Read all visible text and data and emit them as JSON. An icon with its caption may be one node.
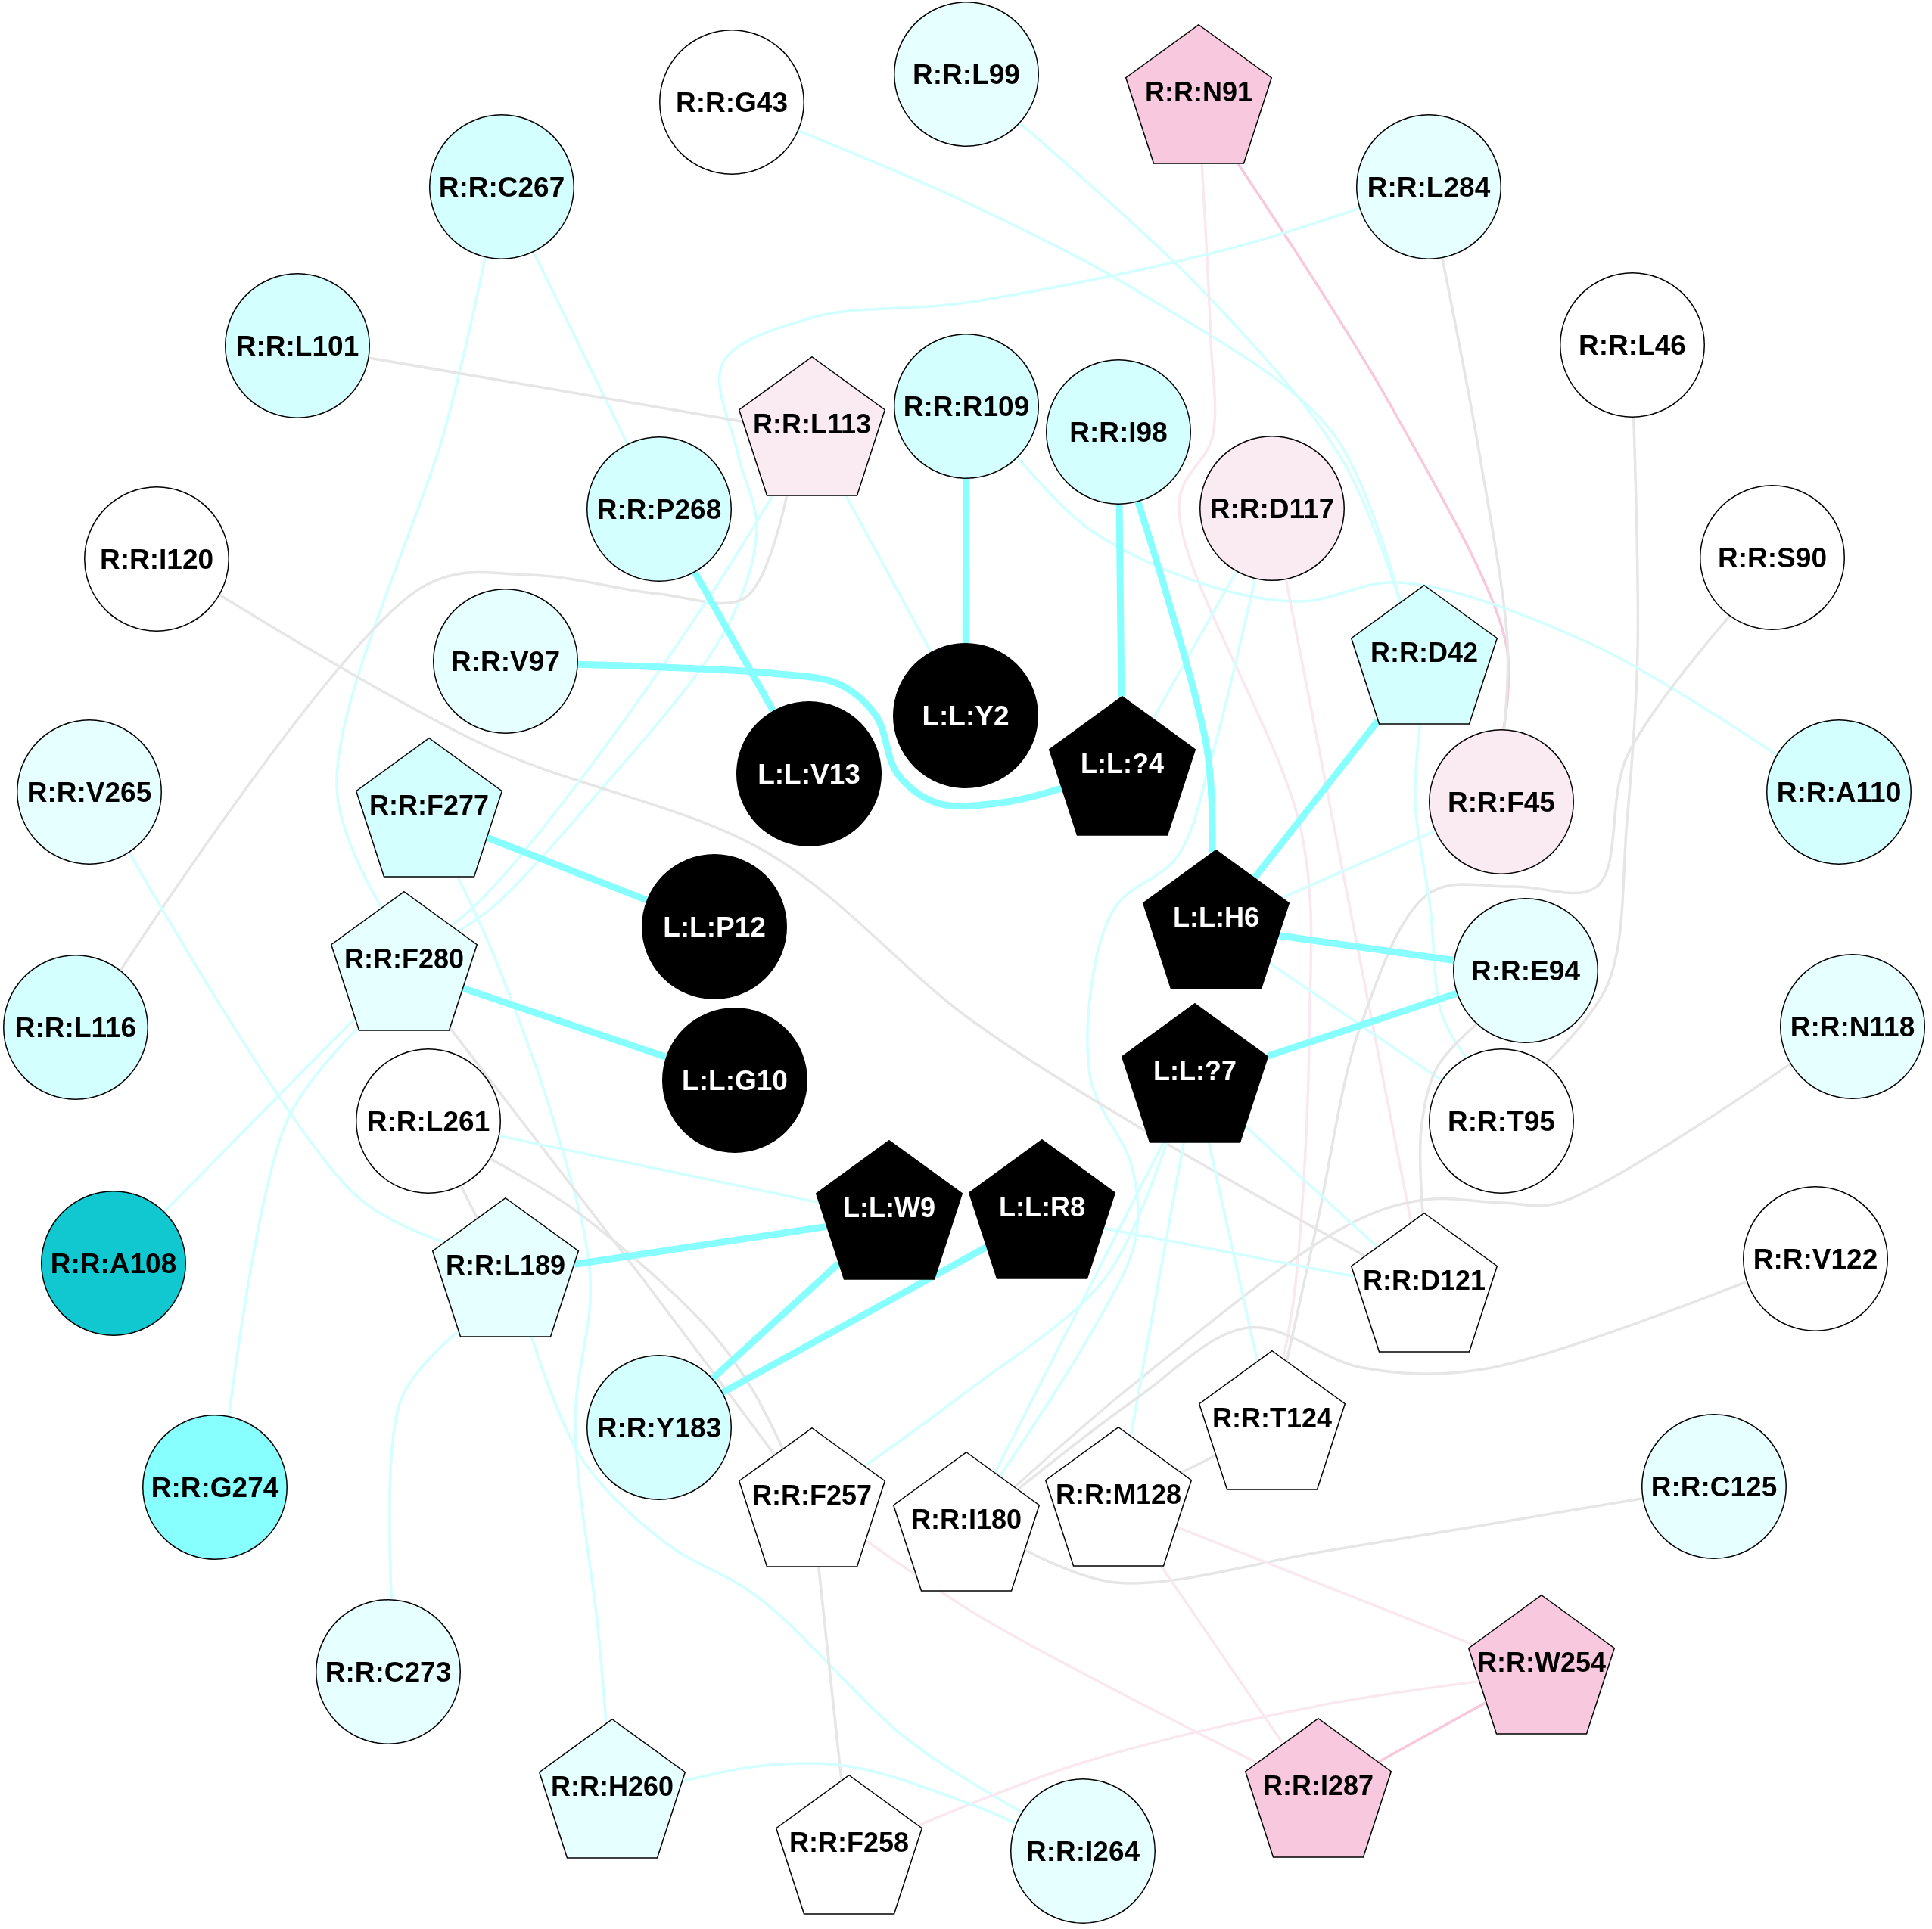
{
  "diagram": {
    "nodes": [
      {
        "text": [
          "R:R:L99"
        ]
      },
      {
        "text": [
          "R:R:G43"
        ]
      },
      {
        "text": [
          "R:R:N91"
        ]
      },
      {
        "text": [
          "R:R:C267"
        ]
      },
      {
        "text": [
          "R:R:L284"
        ]
      },
      {
        "text": [
          "R:R:L101"
        ]
      },
      {
        "text": [
          "R:R:L46"
        ]
      },
      {
        "text": [
          "R:R:R109"
        ]
      },
      {
        "text": [
          "R:R:I98"
        ]
      },
      {
        "text": [
          "R:R:L113"
        ]
      },
      {
        "text": [
          "R:R:P268"
        ]
      },
      {
        "text": [
          "R:R:D117"
        ]
      },
      {
        "text": [
          "R:R:S90"
        ]
      },
      {
        "text": [
          "R:R:I120"
        ]
      },
      {
        "text": [
          "R:R:D42"
        ]
      },
      {
        "text": [
          "R:R:V97"
        ]
      },
      {
        "text": [
          "L:L:Y2"
        ]
      },
      {
        "text": [
          "L:L:?4"
        ]
      },
      {
        "text": [
          "L:L:V13"
        ]
      },
      {
        "text": [
          "R:R:V265"
        ]
      },
      {
        "text": [
          "R:R:A110"
        ]
      },
      {
        "text": [
          "R:R:F277"
        ]
      },
      {
        "text": [
          "R:R:F45"
        ]
      },
      {
        "text": [
          "L:L:H6"
        ]
      },
      {
        "text": [
          "L:L:P12"
        ]
      },
      {
        "text": [
          "R:R:E94"
        ]
      },
      {
        "text": [
          "R:R:F280"
        ]
      },
      {
        "text": [
          "R:R:L116"
        ]
      },
      {
        "text": [
          "R:R:N118"
        ]
      },
      {
        "text": [
          "L:L:?7"
        ]
      },
      {
        "text": [
          "L:L:G10"
        ]
      },
      {
        "text": [
          "R:R:L261"
        ]
      },
      {
        "text": [
          "R:R:T95"
        ]
      },
      {
        "text": [
          "L:L:W9"
        ]
      },
      {
        "text": [
          "L:L:R8"
        ]
      },
      {
        "text": [
          "R:R:V122"
        ]
      },
      {
        "text": [
          "R:R:A108"
        ]
      },
      {
        "text": [
          "R:R:L189"
        ]
      },
      {
        "text": [
          "R:R:D121"
        ]
      },
      {
        "text": [
          "R:R:T124"
        ]
      },
      {
        "text": [
          "R:R:Y183"
        ]
      },
      {
        "text": [
          "R:R:C125"
        ]
      },
      {
        "text": [
          "R:R:G274"
        ]
      },
      {
        "text": [
          "R:R:M128"
        ]
      },
      {
        "text": [
          "R:R:F257"
        ]
      },
      {
        "text": [
          "R:R:I180"
        ]
      },
      {
        "text": [
          "R:R:C273"
        ]
      },
      {
        "text": [
          "R:R:W254"
        ]
      },
      {
        "text": [
          "R:R:H260"
        ]
      },
      {
        "text": [
          "R:R:I287"
        ]
      },
      {
        "text": [
          "R:R:I264"
        ]
      },
      {
        "text": [
          "R:R:F258"
        ]
      }
    ],
    "edges": [
      {
        "from": 0,
        "to": 14,
        "arrow": "none"
      },
      {
        "from": 1,
        "to": 14,
        "arrow": "none"
      },
      {
        "from": 2,
        "to": 22,
        "arrow": "none",
        "color": "#f8c8dc"
      },
      {
        "from": 2,
        "to": 39,
        "arrow": "none",
        "color": "#fae8f0"
      },
      {
        "from": 3,
        "to": 10,
        "arrow": "none"
      },
      {
        "from": 3,
        "to": 26,
        "arrow": "none"
      },
      {
        "from": 4,
        "to": 22,
        "arrow": "none",
        "color": "#e6e6e6"
      },
      {
        "from": 4,
        "to": 26,
        "arrow": "none"
      },
      {
        "from": 5,
        "to": 9,
        "arrow": "none",
        "color": "#e6e6e6"
      },
      {
        "from": 6,
        "to": 32,
        "arrow": "none",
        "color": "#e6e6e6"
      },
      {
        "from": 7,
        "to": 16,
        "arrow": "none",
        "style": "thick",
        "color": "#88ffff"
      },
      {
        "from": 7,
        "to": 20,
        "arrow": "none"
      },
      {
        "from": 8,
        "to": 17,
        "arrow": "none",
        "style": "thick",
        "color": "#88ffff"
      },
      {
        "from": 8,
        "to": 23,
        "arrow": "none",
        "style": "thick",
        "color": "#88ffff"
      },
      {
        "from": 9,
        "to": 16,
        "arrow": "none"
      },
      {
        "from": 9,
        "to": 27,
        "arrow": "none",
        "color": "#e6e6e6"
      },
      {
        "from": 26,
        "to": 42,
        "arrow": "none"
      },
      {
        "from": 26,
        "to": 36,
        "arrow": "none"
      },
      {
        "from": 10,
        "to": 18,
        "arrow": "none",
        "style": "thick",
        "color": "#88ffff"
      },
      {
        "from": 11,
        "to": 17,
        "arrow": "none"
      },
      {
        "from": 11,
        "to": 45,
        "arrow": "none"
      },
      {
        "from": 11,
        "to": 38,
        "arrow": "none",
        "color": "#fae8f0"
      },
      {
        "from": 12,
        "to": 39,
        "arrow": "none",
        "color": "#e6e6e6"
      },
      {
        "from": 13,
        "to": 38,
        "arrow": "none",
        "color": "#e6e6e6"
      },
      {
        "from": 14,
        "to": 23,
        "arrow": "none",
        "style": "thick",
        "color": "#88ffff"
      },
      {
        "from": 14,
        "to": 32,
        "arrow": "none"
      },
      {
        "from": 15,
        "to": 17,
        "arrow": "none",
        "style": "thick",
        "color": "#88ffff"
      },
      {
        "from": 19,
        "to": 37,
        "arrow": "none"
      },
      {
        "from": 21,
        "to": 24,
        "arrow": "none",
        "style": "thick",
        "color": "#88ffff"
      },
      {
        "from": 21,
        "to": 48,
        "arrow": "none"
      },
      {
        "from": 37,
        "to": 46,
        "arrow": "none"
      },
      {
        "from": 22,
        "to": 23,
        "arrow": "none"
      },
      {
        "from": 23,
        "to": 25,
        "arrow": "none",
        "style": "thick",
        "color": "#88ffff"
      },
      {
        "from": 23,
        "to": 32,
        "arrow": "none"
      },
      {
        "from": 25,
        "to": 29,
        "arrow": "none",
        "style": "thick",
        "color": "#88ffff"
      },
      {
        "from": 25,
        "to": 38,
        "arrow": "none",
        "color": "#e6e6e6"
      },
      {
        "from": 26,
        "to": 30,
        "arrow": "none",
        "style": "thick",
        "color": "#88ffff"
      },
      {
        "from": 26,
        "to": 44,
        "arrow": "none",
        "color": "#e6e6e6"
      },
      {
        "from": 28,
        "to": 45,
        "arrow": "none",
        "color": "#e6e6e6"
      },
      {
        "from": 29,
        "to": 38,
        "arrow": "none"
      },
      {
        "from": 29,
        "to": 39,
        "arrow": "none"
      },
      {
        "from": 29,
        "to": 43,
        "arrow": "none"
      },
      {
        "from": 29,
        "to": 45,
        "arrow": "none"
      },
      {
        "from": 29,
        "to": 44,
        "arrow": "none"
      },
      {
        "from": 31,
        "to": 33,
        "arrow": "none"
      },
      {
        "from": 31,
        "to": 37,
        "arrow": "none",
        "color": "#e6e6e6"
      },
      {
        "from": 31,
        "to": 44,
        "arrow": "none",
        "color": "#e6e6e6"
      },
      {
        "from": 33,
        "to": 37,
        "arrow": "none",
        "style": "thick",
        "color": "#88ffff"
      },
      {
        "from": 33,
        "to": 40,
        "arrow": "none",
        "style": "thick",
        "color": "#88ffff"
      },
      {
        "from": 34,
        "to": 40,
        "arrow": "none",
        "style": "thick",
        "color": "#88ffff"
      },
      {
        "from": 34,
        "to": 38,
        "arrow": "none"
      },
      {
        "from": 35,
        "to": 45,
        "arrow": "none",
        "color": "#e6e6e6"
      },
      {
        "from": 37,
        "to": 50,
        "arrow": "none"
      },
      {
        "from": 39,
        "to": 43,
        "arrow": "none",
        "color": "#e6e6e6"
      },
      {
        "from": 41,
        "to": 45,
        "arrow": "none",
        "color": "#e6e6e6"
      },
      {
        "from": 43,
        "to": 47,
        "arrow": "none",
        "color": "#fae8f0"
      },
      {
        "from": 43,
        "to": 49,
        "arrow": "none",
        "color": "#fae8f0"
      },
      {
        "from": 44,
        "to": 49,
        "arrow": "none",
        "color": "#fae8f0"
      },
      {
        "from": 44,
        "to": 51,
        "arrow": "none",
        "color": "#e6e6e6"
      },
      {
        "from": 47,
        "to": 49,
        "arrow": "none",
        "color": "#f8c8dc"
      },
      {
        "from": 47,
        "to": 51,
        "arrow": "none",
        "color": "#fae8f0"
      },
      {
        "from": 48,
        "to": 50,
        "arrow": "none"
      },
      {
        "from": 9,
        "to": 26,
        "arrow": "none"
      }
    ]
  }
}
